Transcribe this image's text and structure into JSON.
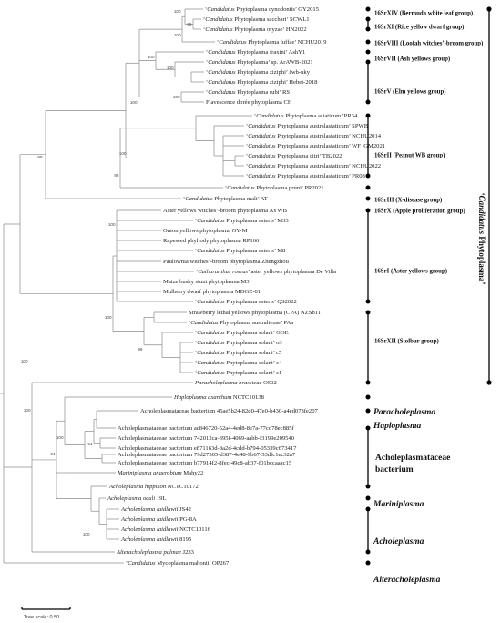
{
  "leaves": [
    {
      "q": "‘",
      "it": "Candidatus",
      "r": " Phytoplasma cynodontis’ GY2015"
    },
    {
      "q": "‘",
      "it": "Candidatus",
      "r": " Phytoplasma sacchari’ SCWL1"
    },
    {
      "q": "‘",
      "it": "Candidatus",
      "r": " Phytoplasma oryzae’ HN2022"
    },
    {
      "q": "‘",
      "it": "Candidatus",
      "r": " Phytoplasma luffae’ NCHU2019"
    },
    {
      "q": "‘",
      "it": "Candidatus",
      "r": " Phytoplasma fraxini’ AshY1"
    },
    {
      "q": "‘",
      "it": "Candidatus",
      "r": " Phytoplasma’ sp. ArAWB-2021"
    },
    {
      "q": "‘",
      "it": "Candidatus",
      "r": " Phytoplasma ziziphi’ Jwb-nky"
    },
    {
      "q": "‘",
      "it": "Candidatus",
      "r": " Phytoplasma ziziphi’ Hebei-2018"
    },
    {
      "q": "‘",
      "it": "Candidatus",
      "r": " Phytoplasma rubi’ RS"
    },
    {
      "q": "",
      "it": "",
      "r": "Flavescence dorée phytoplasma CH"
    },
    {
      "q": "‘",
      "it": "Candidatus",
      "r": " Phytoplasma asiaticum’ PR34"
    },
    {
      "q": "‘",
      "it": "Candidatus",
      "r": " Phytoplasma australasiaticum’ SPWB"
    },
    {
      "q": "‘",
      "it": "Candidatus",
      "r": " Phytoplasma australasiaticum’ NCHU2014"
    },
    {
      "q": "‘",
      "it": "Candidatus",
      "r": " Phytoplasma australasiaticum’ WF_GM2021"
    },
    {
      "q": "‘",
      "it": "Candidatus",
      "r": " Phytoplasma citri’ TB2022"
    },
    {
      "q": "‘",
      "it": "Candidatus",
      "r": " Phytoplasma australasiaticum’ NCHU2022"
    },
    {
      "q": "‘",
      "it": "Candidatus",
      "r": " Phytoplasma australasiaticum’ PR08"
    },
    {
      "q": "‘",
      "it": "Candidatus",
      "r": " Phytoplasma pruni’ PR2021"
    },
    {
      "q": "‘",
      "it": "Candidatus",
      "r": " Phytoplasma mali’ AT"
    },
    {
      "q": "",
      "it": "",
      "r": "Aster yellows witches’-broom phytoplasma AYWB"
    },
    {
      "q": "‘",
      "it": "Candidatus",
      "r": " Phytoplasma asteris’ M33"
    },
    {
      "q": "",
      "it": "",
      "r": "Onion yellows phytoplasma OY-M"
    },
    {
      "q": "",
      "it": "",
      "r": "Rapeseed phyllody phytoplasma RP166"
    },
    {
      "q": "‘",
      "it": "Candidatus",
      "r": " Phytoplasma asteris’ M8"
    },
    {
      "q": "",
      "it": "",
      "r": "Paulownia witches’-broom phytoplasma Zhengzhou"
    },
    {
      "q": "‘",
      "it": "Catharanthus roseus",
      "r": "’ aster yellows phytoplasma De Villa"
    },
    {
      "q": "",
      "it": "",
      "r": "Maize bushy stunt phytoplasma M3"
    },
    {
      "q": "",
      "it": "",
      "r": "Mulberry dwarf phytoplasma MDGZ-01"
    },
    {
      "q": "‘",
      "it": "Candidatus",
      "r": " Phytoplasma asteris’ QS2022"
    },
    {
      "q": "",
      "it": "",
      "r": "Strawberry lethal yellows phytoplasma (CPA) NZSb11"
    },
    {
      "q": "‘",
      "it": "Candidatus",
      "r": " Phytoplasma australiense’ PAa"
    },
    {
      "q": "‘",
      "it": "Candidatus",
      "r": " Phytoplasma solani’ GOE"
    },
    {
      "q": "‘",
      "it": "Candidatus",
      "r": " Phytoplasma solani’ o3"
    },
    {
      "q": "‘",
      "it": "Candidatus",
      "r": " Phytoplasma solani’ c5"
    },
    {
      "q": "‘",
      "it": "Candidatus",
      "r": " Phytoplasma solani’ c4"
    },
    {
      "q": "‘",
      "it": "Candidatus",
      "r": " Phytoplasma solani’ c1"
    },
    {
      "q": "",
      "it": "Paracholeplasma brassicae",
      "r": " O502"
    },
    {
      "q": "",
      "it": "Haploplasma axanthum",
      "r": " NCTC10138"
    },
    {
      "q": "",
      "it": "",
      "r": "Acholeplasmataceae bacterium 45ae5b24-82d0-47e0-b430-a4ed073fe207"
    },
    {
      "q": "",
      "it": "",
      "r": "Acholeplasmataceae bacterium ac846720-52a4-4ed8-8e7a-77cd78ec885f"
    },
    {
      "q": "",
      "it": "",
      "r": "Acholeplasmataceae bacterium 742012ca-395f-4069-aabb-f3199e209540"
    },
    {
      "q": "",
      "it": "",
      "r": "Acholeplasmataceae bacterium e871163d-8a2d-4cdd-b794-05339c673417"
    },
    {
      "q": "",
      "it": "",
      "r": "Acholeplasmataceae bacterium 79d27305-d387-4e48-9b67-53dfc1ec32a7"
    },
    {
      "q": "",
      "it": "",
      "r": "Acholeplasmataceae bacterium b77914f2-8fec-49c8-ab37-f01bccaaac15"
    },
    {
      "q": "",
      "it": "Mariniplasma anaerobium",
      "r": " Mahy22"
    },
    {
      "q": "",
      "it": "Acholeplasma hippikon",
      "r": " NCTC10172"
    },
    {
      "q": "",
      "it": "Acholeplasma oculi",
      "r": " 19L"
    },
    {
      "q": "",
      "it": "Acholeplasma laidlawii",
      "r": " JS42"
    },
    {
      "q": "",
      "it": "Acholeplasma laidlawii",
      "r": " PG-8A"
    },
    {
      "q": "",
      "it": "Acholeplasma laidlawii",
      "r": " NCTC10116"
    },
    {
      "q": "",
      "it": "Acholeplasma laidlawii",
      "r": " 8195"
    },
    {
      "q": "",
      "it": "Alteracholeplasma palmae",
      "r": " J233"
    },
    {
      "q": "‘",
      "it": "Candidatus",
      "r": " Mycoplasma mahonii’ OP267"
    }
  ],
  "bootstrap": [
    "100",
    "89",
    "100",
    "100",
    "100",
    "100",
    "100",
    "100",
    "88",
    "99",
    "100",
    "100",
    "99",
    "100",
    "100",
    "100",
    "94",
    "94",
    "100"
  ],
  "groups": [
    "16SrXIV (Bermuda white leaf group)",
    "16SrXI (Rice yellow dwarf group)",
    "16SrVIII (Loofah witches’-broom group)",
    "16SrVII (Ash yellows group)",
    "16SrV (Elm yellows group)",
    "16SrII (Peanut WB group)",
    "16SrIII (X-disease group)",
    "16SrX (Apple proliferation group)",
    "16SrI (Aster yellows group)",
    "16SrXII (Stolbur group)"
  ],
  "genera": [
    "Paracholeplasma",
    "Haploplasma",
    "Acholeplasmataceae",
    "bacterium",
    "Mariniplasma",
    "Acholeplasma",
    "Alteracholeplasma"
  ],
  "phytoplasma_label": {
    "q1": "‘",
    "it": "Candidatus",
    "r": " Phytoplasma’"
  },
  "scale_label": "Tree scale: 0.50",
  "colors": {
    "branch": "#8c8c8c",
    "bar": "#000000",
    "text": "#222222"
  }
}
